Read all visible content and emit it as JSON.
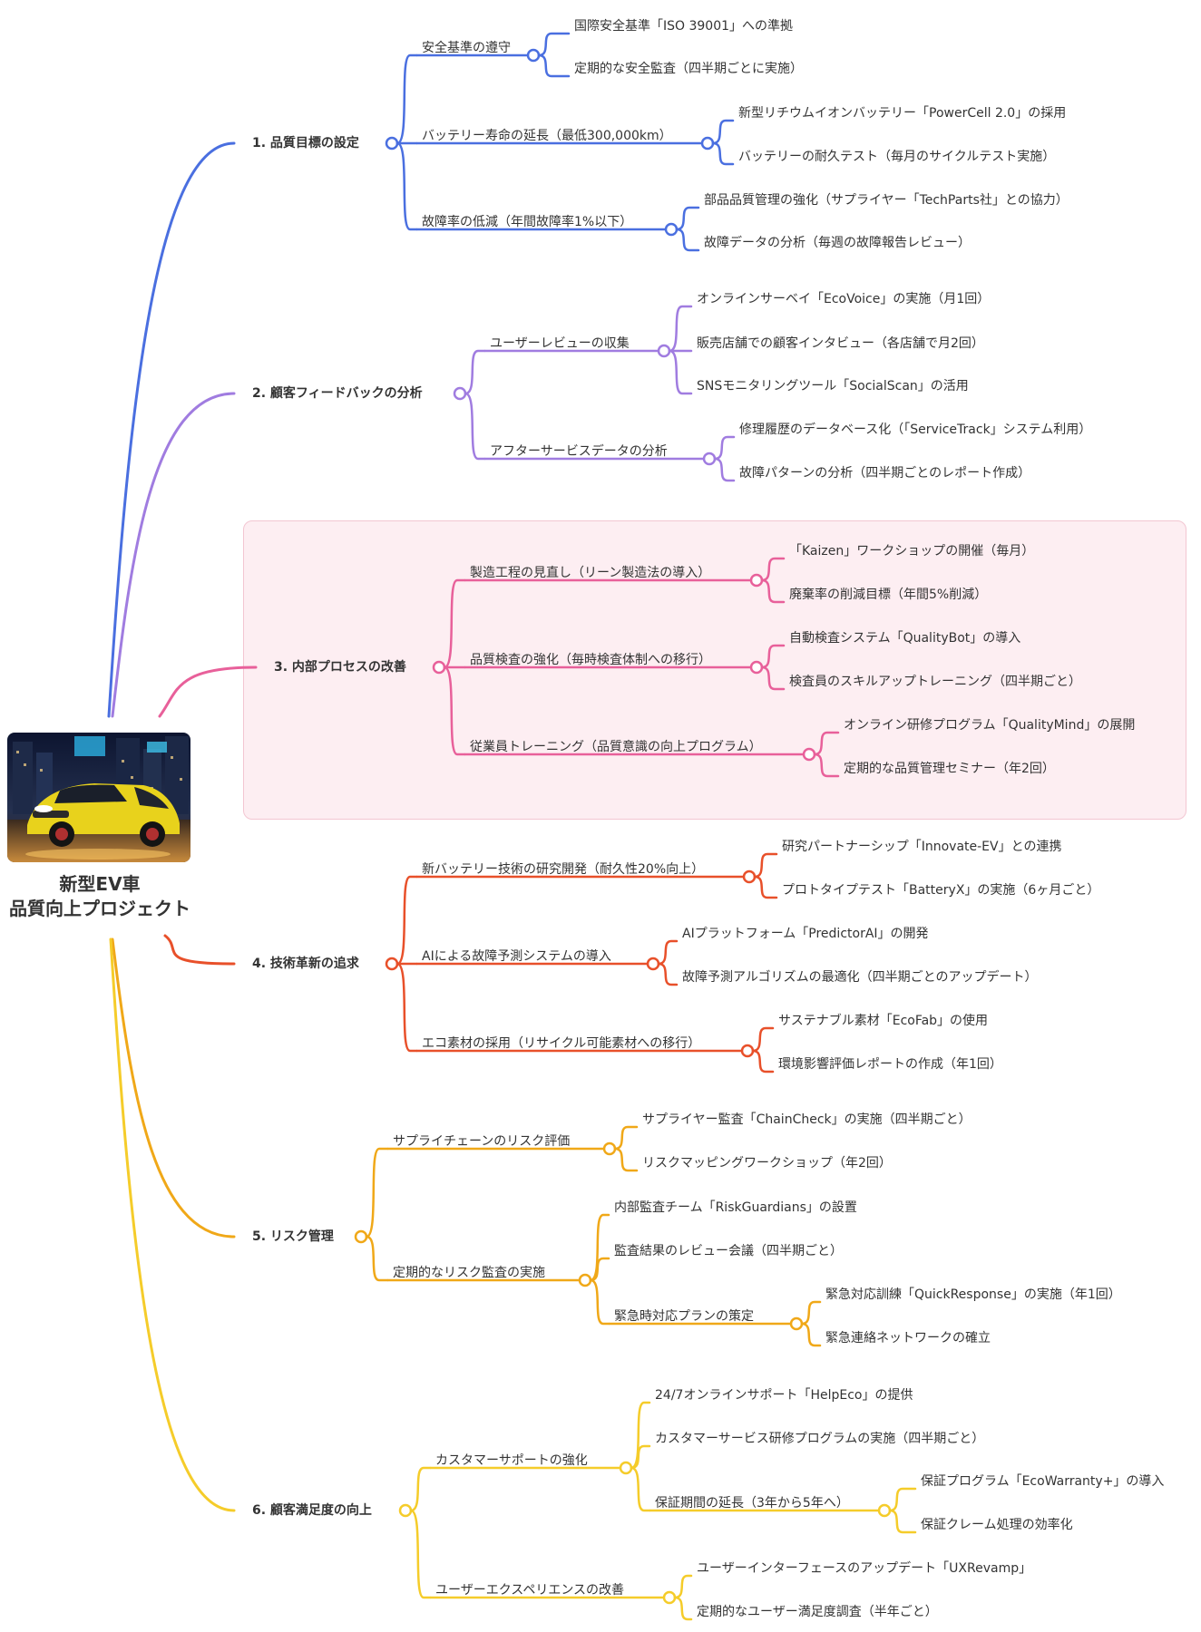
{
  "center": {
    "title_line1": "新型EV車",
    "title_line2": "品質向上プロジェクト",
    "image": "yellow-ev-car-photo"
  },
  "branches": [
    {
      "label": "1. 品質目標の設定",
      "color": "#4a6fe0",
      "children": [
        {
          "label": "安全基準の遵守",
          "children": [
            {
              "label": "国際安全基準「ISO 39001」への準拠"
            },
            {
              "label": "定期的な安全監査（四半期ごとに実施）"
            }
          ]
        },
        {
          "label": "バッテリー寿命の延長（最低300,000km）",
          "children": [
            {
              "label": "新型リチウムイオンバッテリー「PowerCell 2.0」の採用"
            },
            {
              "label": "バッテリーの耐久テスト（毎月のサイクルテスト実施）"
            }
          ]
        },
        {
          "label": "故障率の低減（年間故障率1%以下）",
          "children": [
            {
              "label": "部品品質管理の強化（サプライヤー「TechParts社」との協力）"
            },
            {
              "label": "故障データの分析（毎週の故障報告レビュー）"
            }
          ]
        }
      ]
    },
    {
      "label": "2. 顧客フィードバックの分析",
      "color": "#a07ce0",
      "children": [
        {
          "label": "ユーザーレビューの収集",
          "children": [
            {
              "label": "オンラインサーベイ「EcoVoice」の実施（月1回）"
            },
            {
              "label": "販売店舗での顧客インタビュー（各店舗で月2回）"
            },
            {
              "label": "SNSモニタリングツール「SocialScan」の活用"
            }
          ]
        },
        {
          "label": "アフターサービスデータの分析",
          "children": [
            {
              "label": "修理履歴のデータベース化（「ServiceTrack」システム利用）"
            },
            {
              "label": "故障パターンの分析（四半期ごとのレポート作成）"
            }
          ]
        }
      ]
    },
    {
      "label": "3. 内部プロセスの改善",
      "color": "#e8609a",
      "children": [
        {
          "label": "製造工程の見直し（リーン製造法の導入）",
          "children": [
            {
              "label": "「Kaizen」ワークショップの開催（毎月）"
            },
            {
              "label": "廃棄率の削減目標（年間5%削減）"
            }
          ]
        },
        {
          "label": "品質検査の強化（毎時検査体制への移行）",
          "children": [
            {
              "label": "自動検査システム「QualityBot」の導入"
            },
            {
              "label": "検査員のスキルアップトレーニング（四半期ごと）"
            }
          ]
        },
        {
          "label": "従業員トレーニング（品質意識の向上プログラム）",
          "children": [
            {
              "label": "オンライン研修プログラム「QualityMind」の展開"
            },
            {
              "label": "定期的な品質管理セミナー（年2回）"
            }
          ]
        }
      ]
    },
    {
      "label": "4. 技術革新の追求",
      "color": "#e8502a",
      "children": [
        {
          "label": "新バッテリー技術の研究開発（耐久性20%向上）",
          "children": [
            {
              "label": "研究パートナーシップ「Innovate-EV」との連携"
            },
            {
              "label": "プロトタイプテスト「BatteryX」の実施（6ヶ月ごと）"
            }
          ]
        },
        {
          "label": "AIによる故障予測システムの導入",
          "children": [
            {
              "label": "AIプラットフォーム「PredictorAI」の開発"
            },
            {
              "label": "故障予測アルゴリズムの最適化（四半期ごとのアップデート）"
            }
          ]
        },
        {
          "label": "エコ素材の採用（リサイクル可能素材への移行）",
          "children": [
            {
              "label": "サステナブル素材「EcoFab」の使用"
            },
            {
              "label": "環境影響評価レポートの作成（年1回）"
            }
          ]
        }
      ]
    },
    {
      "label": "5. リスク管理",
      "color": "#f0a818",
      "children": [
        {
          "label": "サプライチェーンのリスク評価",
          "children": [
            {
              "label": "サプライヤー監査「ChainCheck」の実施（四半期ごと）"
            },
            {
              "label": "リスクマッピングワークショップ（年2回）"
            }
          ]
        },
        {
          "label": "定期的なリスク監査の実施",
          "children": [
            {
              "label": "内部監査チーム「RiskGuardians」の設置"
            },
            {
              "label": "監査結果のレビュー会議（四半期ごと）"
            },
            {
              "label": "緊急時対応プランの策定",
              "children": [
                {
                  "label": "緊急対応訓練「QuickResponse」の実施（年1回）"
                },
                {
                  "label": "緊急連絡ネットワークの確立"
                }
              ]
            }
          ]
        }
      ]
    },
    {
      "label": "6. 顧客満足度の向上",
      "color": "#f5cc2a",
      "children": [
        {
          "label": "カスタマーサポートの強化",
          "children": [
            {
              "label": "24/7オンラインサポート「HelpEco」の提供"
            },
            {
              "label": "カスタマーサービス研修プログラムの実施（四半期ごと）"
            },
            {
              "label": "保証期間の延長（3年から5年へ）",
              "children": [
                {
                  "label": "保証プログラム「EcoWarranty+」の導入"
                },
                {
                  "label": "保証クレーム処理の効率化"
                }
              ]
            }
          ]
        },
        {
          "label": "ユーザーエクスペリエンスの改善",
          "children": [
            {
              "label": "ユーザーインターフェースのアップデート「UXRevamp」"
            },
            {
              "label": "定期的なユーザー満足度調査（半年ごと）"
            }
          ]
        }
      ]
    }
  ]
}
